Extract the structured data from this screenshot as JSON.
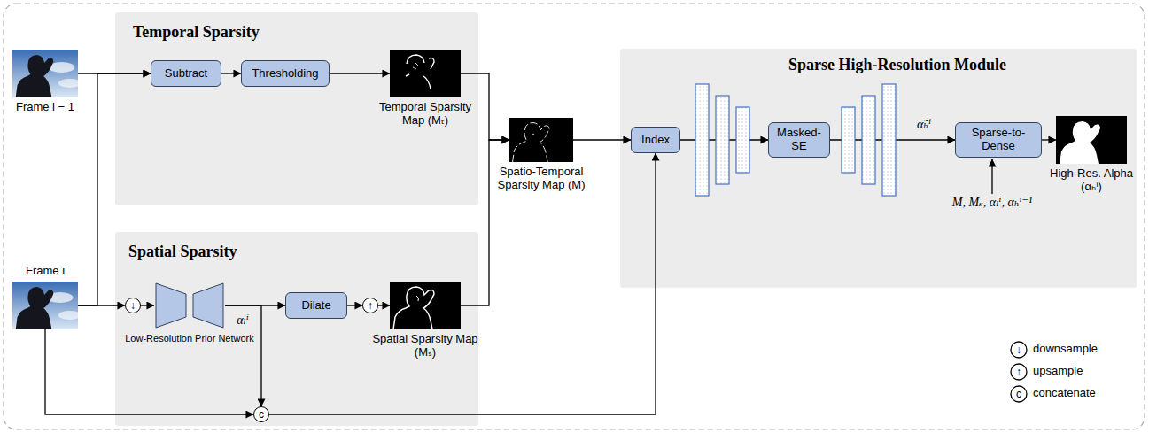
{
  "diagram": {
    "nodes": [
      {
        "text": [
          "Frame i − 1"
        ]
      },
      {
        "text": [
          "Frame i"
        ]
      },
      {
        "text": [
          "Temporal Sparsity"
        ]
      },
      {
        "text": [
          "Subtract"
        ],
        "in": 2
      },
      {
        "text": [
          "Thresholding"
        ],
        "in": 2
      },
      {
        "text": [
          "Temporal Sparsity Map (Mₜ)"
        ],
        "in": 2
      },
      {
        "text": [
          "Spatial Sparsity"
        ]
      },
      {
        "text": [
          "↓"
        ],
        "in": 6
      },
      {
        "text": [
          "Low-Resolution Prior Network"
        ],
        "in": 6
      },
      {
        "text": [
          "Dilate"
        ],
        "in": 6
      },
      {
        "text": [
          "↑"
        ],
        "in": 6
      },
      {
        "text": [
          "Spatial Sparsity Map (Mₛ)"
        ],
        "in": 6
      },
      {
        "text": [
          "Spatio-Temporal Sparsity Map (M)"
        ]
      },
      {
        "text": [
          "c"
        ],
        "in": 6
      },
      {
        "text": [
          "Sparse High-Resolution Module"
        ]
      },
      {
        "text": [
          "Index"
        ],
        "in": 14
      },
      {
        "text": [
          "Masked-SE"
        ],
        "in": 14
      },
      {
        "text": [
          "Sparse-to-Dense"
        ],
        "in": 14
      },
      {
        "text": [
          "High-Res. Alpha (αₕⁱ)"
        ],
        "in": 14
      }
    ],
    "edges": [
      {
        "from": 0,
        "to": 3,
        "arrow": "to"
      },
      {
        "from": 1,
        "to": 3,
        "arrow": "to"
      },
      {
        "from": 3,
        "to": 4,
        "arrow": "to"
      },
      {
        "from": 4,
        "to": 5,
        "arrow": "to"
      },
      {
        "from": 1,
        "to": 7,
        "arrow": "to"
      },
      {
        "from": 7,
        "to": 8,
        "arrow": "to"
      },
      {
        "from": 8,
        "to": 9,
        "arrow": "to",
        "label": "αₗⁱ"
      },
      {
        "from": 9,
        "to": 10,
        "arrow": "to"
      },
      {
        "from": 10,
        "to": 11,
        "arrow": "to"
      },
      {
        "from": 5,
        "to": 12,
        "arrow": "to"
      },
      {
        "from": 11,
        "to": 12,
        "arrow": "to"
      },
      {
        "from": 1,
        "to": 13,
        "arrow": "to"
      },
      {
        "from": 8,
        "to": 13,
        "arrow": "to"
      },
      {
        "from": 13,
        "to": 15,
        "arrow": "to"
      },
      {
        "from": 12,
        "to": 15,
        "arrow": "to"
      },
      {
        "from": 15,
        "to": 16,
        "arrow": "to"
      },
      {
        "from": 16,
        "to": 17,
        "arrow": "to",
        "label": "α̃ₕⁱ"
      },
      {
        "from": 17,
        "to": 18,
        "arrow": "to"
      }
    ],
    "labels": [
      "M, Mₛ, αₗⁱ, αₕⁱ⁻¹",
      "↓",
      "↑",
      "c"
    ],
    "legend": [
      {
        "text": "downsample"
      },
      {
        "text": "upsample"
      },
      {
        "text": "concatenate"
      }
    ]
  }
}
